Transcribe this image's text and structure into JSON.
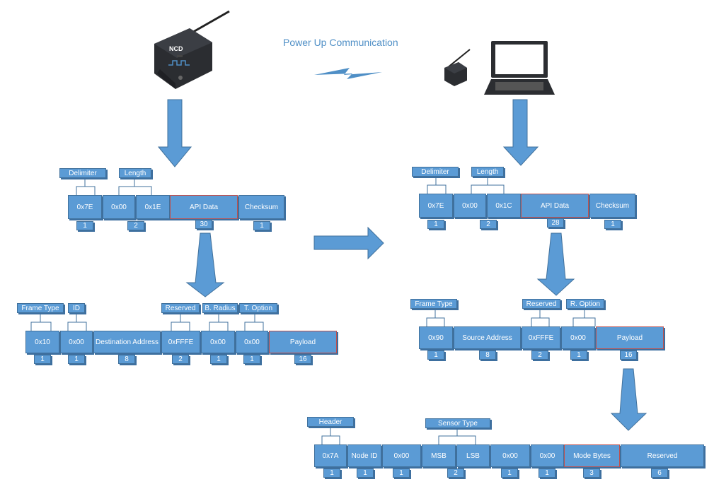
{
  "title": "Power Up Communication",
  "device_logo_text": "NCD",
  "frame1": {
    "labels": [
      "Delimiter",
      "Length"
    ],
    "cells": [
      "0x7E",
      "0x00",
      "0x1E",
      "API Data",
      "Checksum"
    ],
    "counts": [
      "1",
      "2",
      "30",
      "1"
    ]
  },
  "frame2": {
    "labels": [
      "Frame Type",
      "ID",
      "Reserved",
      "B. Radius",
      "T. Option"
    ],
    "cells": [
      "0x10",
      "0x00",
      "Destination Address",
      "0xFFFE",
      "0x00",
      "0x00",
      "Payload"
    ],
    "counts": [
      "1",
      "1",
      "8",
      "2",
      "1",
      "1",
      "16"
    ]
  },
  "frame3": {
    "labels": [
      "Delimiter",
      "Length"
    ],
    "cells": [
      "0x7E",
      "0x00",
      "0x1C",
      "API Data",
      "Checksum"
    ],
    "counts": [
      "1",
      "2",
      "28",
      "1"
    ]
  },
  "frame4": {
    "labels": [
      "Frame Type",
      "Reserved",
      "R. Option"
    ],
    "cells": [
      "0x90",
      "Source Address",
      "0xFFFE",
      "0x00",
      "Payload"
    ],
    "counts": [
      "1",
      "8",
      "2",
      "1",
      "16"
    ]
  },
  "frame5": {
    "labels": [
      "Header",
      "Sensor Type"
    ],
    "cells": [
      "0x7A",
      "Node ID",
      "0x00",
      "MSB",
      "LSB",
      "0x00",
      "0x00",
      "Mode Bytes",
      "Reserved"
    ],
    "counts": [
      "1",
      "1",
      "1",
      "2",
      "1",
      "1",
      "3",
      "6"
    ]
  },
  "colors": {
    "box": "#5b9bd5",
    "box_border": "#41719c",
    "highlight": "#c0504d",
    "arrow": "#5b9bd5"
  }
}
